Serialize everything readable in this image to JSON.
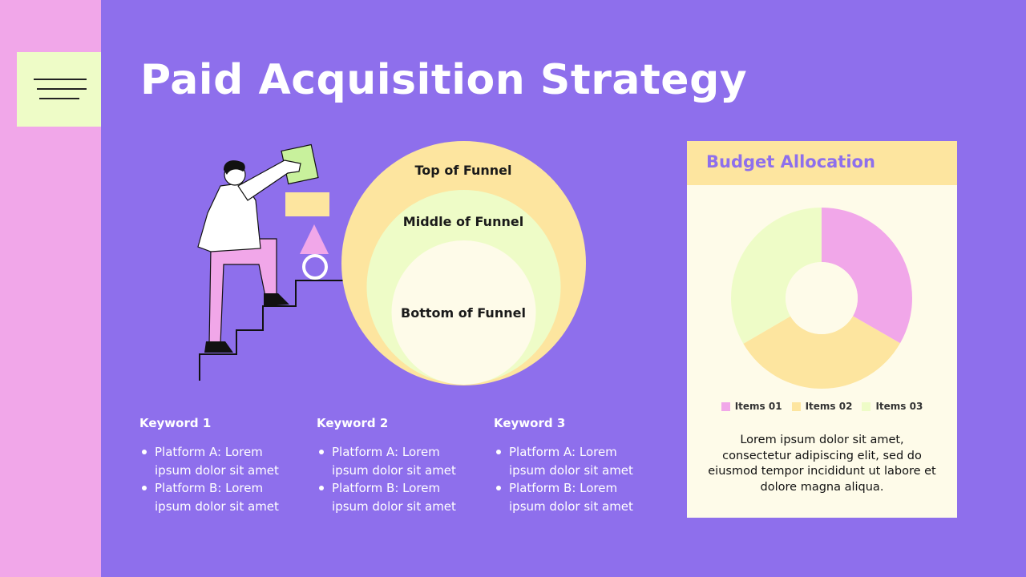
{
  "slide": {
    "title": "Paid Acquisition Strategy"
  },
  "menu": {
    "icon": "menu-lines-icon"
  },
  "funnel": {
    "top": "Top of Funnel",
    "middle": "Middle of Funnel",
    "bottom": "Bottom of Funnel",
    "colors": {
      "top": "#fde59f",
      "middle": "#eefcc7",
      "bottom": "#fefbe9"
    }
  },
  "keywords": [
    {
      "title": "Keyword 1",
      "items": [
        "Platform A: Lorem ipsum dolor sit amet",
        "Platform B: Lorem ipsum dolor sit amet"
      ]
    },
    {
      "title": "Keyword 2",
      "items": [
        "Platform A: Lorem ipsum dolor sit amet",
        "Platform B: Lorem ipsum dolor sit amet"
      ]
    },
    {
      "title": "Keyword 3",
      "items": [
        "Platform A: Lorem ipsum dolor sit amet",
        "Platform B: Lorem ipsum dolor sit amet"
      ]
    }
  ],
  "budget": {
    "title": "Budget Allocation",
    "description": "Lorem ipsum dolor sit amet, consectetur adipiscing elit, sed do eiusmod tempor incididunt ut labore et dolore magna aliqua."
  },
  "chart_data": {
    "type": "pie",
    "title": "Budget Allocation",
    "categories": [
      "Items 01",
      "Items 02",
      "Items 03"
    ],
    "values": [
      33.3,
      33.3,
      33.4
    ],
    "colors": [
      "#f1a7e9",
      "#fde59f",
      "#eefcc7"
    ],
    "donut": true,
    "legend": "bottom"
  },
  "colors": {
    "background": "#8e6fec",
    "strip": "#f1a7e9",
    "accent_yellow": "#fde59f",
    "accent_green": "#eefcc7",
    "card": "#fefbe9"
  }
}
